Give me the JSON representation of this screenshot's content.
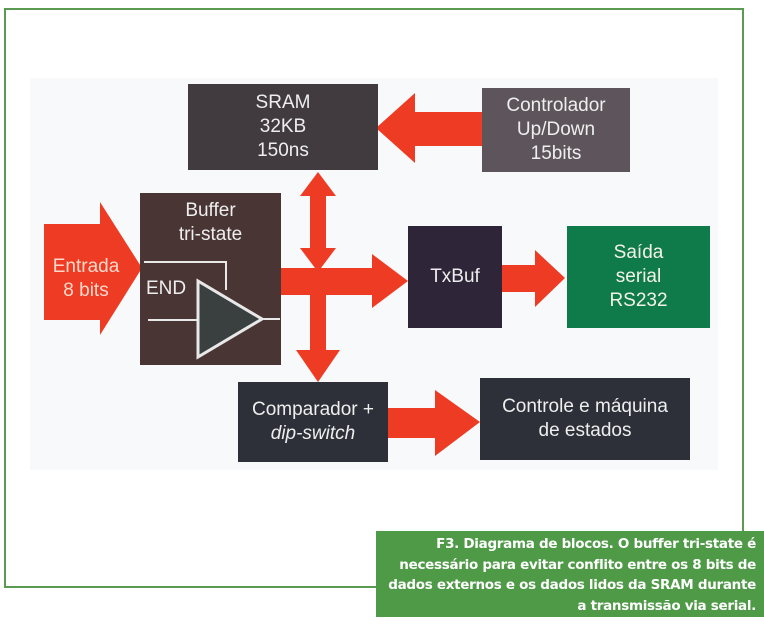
{
  "figure": {
    "caption": "F3. Diagrama de blocos. O buffer tri-state é necessário para evitar conflito entre os 8 bits de dados externos e os dados lidos da SRAM durante a transmissão via serial.",
    "colors": {
      "frame": "#5a9a52",
      "caption_bg": "#4f9a47",
      "arrow": "#ee3b24",
      "output_block": "#0f7a4a"
    }
  },
  "blocks": {
    "sram": {
      "lines": [
        "SRAM",
        "32KB",
        "150ns"
      ]
    },
    "controlador": {
      "lines": [
        "Controlador",
        "Up/Down",
        "15bits"
      ]
    },
    "entrada": {
      "lines": [
        "Entrada",
        "8 bits"
      ]
    },
    "buffer": {
      "lines": [
        "Buffer",
        "tri-state"
      ],
      "enable_label": "END"
    },
    "txbuf": {
      "lines": [
        "TxBuf"
      ]
    },
    "saida": {
      "lines": [
        "Saída",
        "serial",
        "RS232"
      ]
    },
    "comparador": {
      "lines": [
        "Comparador +",
        "dip-switch"
      ]
    },
    "maquina": {
      "lines": [
        "Controle e máquina",
        "de estados"
      ]
    }
  },
  "connections": [
    {
      "from": "entrada",
      "to": "buffer"
    },
    {
      "from": "controlador",
      "to": "sram"
    },
    {
      "from": "buffer",
      "to": "sram",
      "bidirectional": true
    },
    {
      "from": "buffer",
      "to": "txbuf"
    },
    {
      "from": "buffer",
      "to": "comparador"
    },
    {
      "from": "txbuf",
      "to": "saida"
    },
    {
      "from": "comparador",
      "to": "maquina"
    }
  ]
}
